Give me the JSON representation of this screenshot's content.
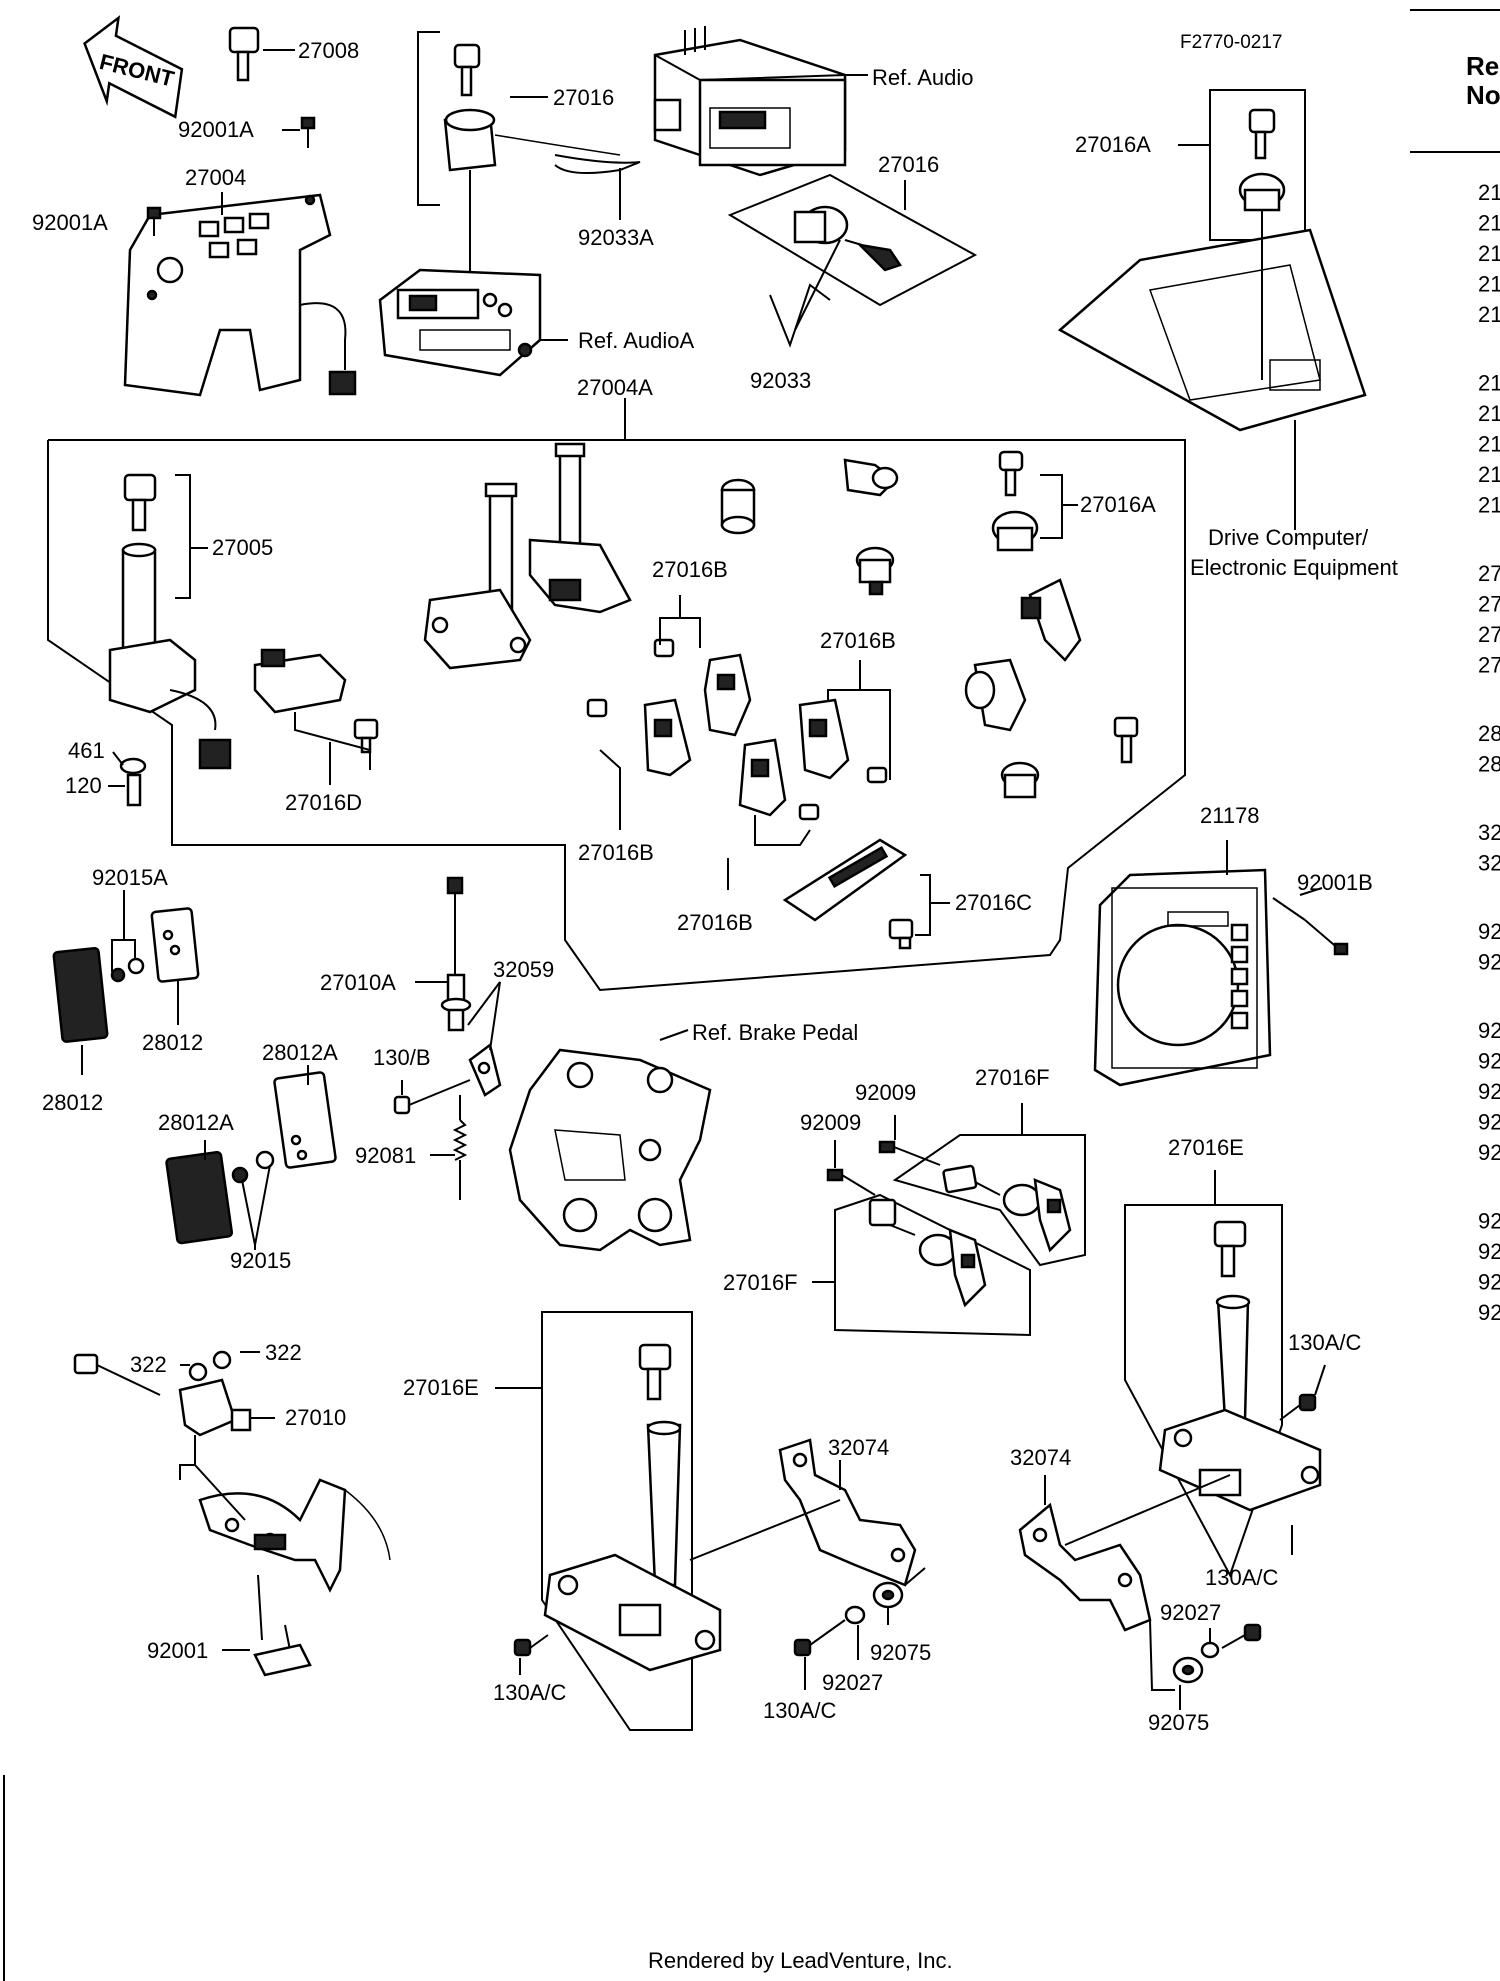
{
  "figure_code": "F2770-0217",
  "front_label": "FRONT",
  "footer": "Rendered by LeadVenture, Inc.",
  "right_column": {
    "header_line1": "Re",
    "header_line2": "No",
    "fragments": [
      "21",
      "21",
      "21",
      "21",
      "21",
      "21",
      "21",
      "21",
      "21",
      "21",
      "27",
      "27",
      "27",
      "27",
      "28",
      "28",
      "32",
      "32",
      "92",
      "92",
      "92",
      "92",
      "92",
      "92",
      "92",
      "92",
      "92",
      "92",
      "92"
    ]
  },
  "labels": {
    "p27008": "27008",
    "p92001A_a": "92001A",
    "p27004": "27004",
    "p92001A_b": "92001A",
    "p27016_a": "27016",
    "p92033A": "92033A",
    "refAudioA": "Ref. AudioA",
    "refAudio": "Ref. Audio",
    "p27016_b": "27016",
    "p92033": "92033",
    "p27016A_a": "27016A",
    "driveComputer1": "Drive Computer/",
    "driveComputer2": "Electronic Equipment",
    "p27004A": "27004A",
    "p27005": "27005",
    "p27016A_b": "27016A",
    "p27016B_a": "27016B",
    "p27016B_b": "27016B",
    "p27016B_c": "27016B",
    "p27016B_d": "27016B",
    "p27016D": "27016D",
    "p27016C": "27016C",
    "p461": "461",
    "p120": "120",
    "p21178": "21178",
    "p92001B": "92001B",
    "p92015A": "92015A",
    "p28012_a": "28012",
    "p28012_b": "28012",
    "p27010A": "27010A",
    "p32059": "32059",
    "refBrakePedal": "Ref. Brake Pedal",
    "p130B": "130/B",
    "p28012A_a": "28012A",
    "p28012A_b": "28012A",
    "p92081": "92081",
    "p92015": "92015",
    "p92009_a": "92009",
    "p92009_b": "92009",
    "p27016F_a": "27016F",
    "p27016F_b": "27016F",
    "p27016E_a": "27016E",
    "p27016E_b": "27016E",
    "p322_a": "322",
    "p322_b": "322",
    "p27010": "27010",
    "p92001": "92001",
    "p32074_a": "32074",
    "p32074_b": "32074",
    "p130AC_a": "130A/C",
    "p130AC_b": "130A/C",
    "p130AC_c": "130A/C",
    "p130AC_d": "130A/C",
    "p92075_a": "92075",
    "p92075_b": "92075",
    "p92027_a": "92027",
    "p92027_b": "92027"
  }
}
